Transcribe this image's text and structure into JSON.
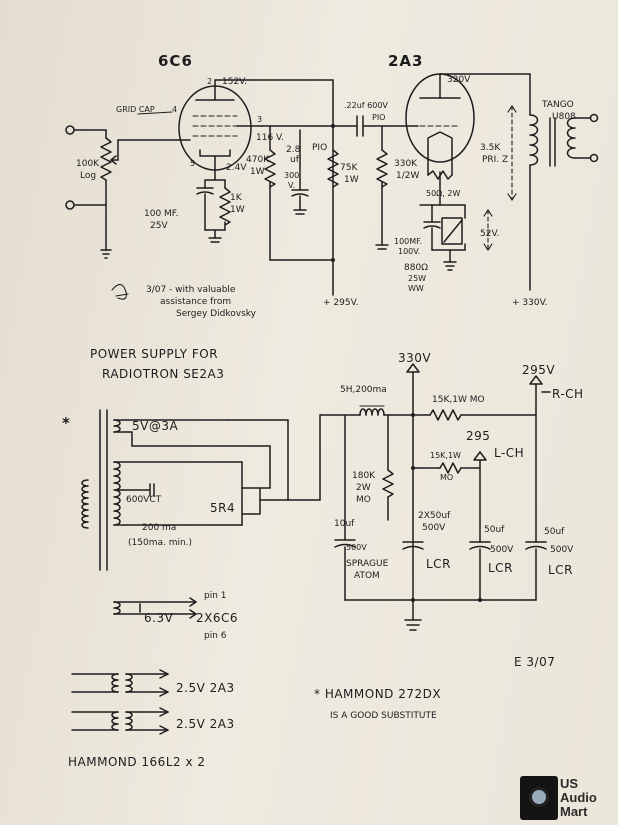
{
  "schematic": {
    "tube1": "6C6",
    "tube2": "2A3",
    "grid_cap": "GRID CAP",
    "pot": [
      "100K",
      "Log"
    ],
    "pin_numbers": [
      "2",
      "4",
      "3",
      "5"
    ],
    "v_152": "152V.",
    "v_116": "116 V.",
    "v_24": "2.4V",
    "r_plate": [
      "470K",
      "1W"
    ],
    "cap_28": [
      "2.8",
      "uf"
    ],
    "pio": "PIO",
    "cap_300v": [
      "300",
      "V."
    ],
    "cathode_cap": [
      "100 MF.",
      "25V"
    ],
    "cathode_res": [
      "1K",
      "1W"
    ],
    "coupling_cap": [
      ".22uf 600V",
      "PIO"
    ],
    "r_75k": [
      "75K",
      "1W"
    ],
    "r_330k": [
      "330K",
      "1/2W"
    ],
    "v_320": "320V",
    "hum_pot": "50Ω, 2W",
    "k_cap": [
      "100MF.",
      "100V."
    ],
    "k_res": [
      "880Ω",
      "25W",
      "WW"
    ],
    "v_52": "52V.",
    "opt": [
      "3.5K",
      "PRI. Z"
    ],
    "tango": [
      "TANGO",
      "U808"
    ],
    "b_295": "+ 295V.",
    "b_330": "+ 330V.",
    "note": [
      "3/07 - with valuable",
      "assistance from",
      "Sergey Didkovsky"
    ]
  },
  "power_supply": {
    "title": [
      "POWER SUPPLY FOR",
      "RADIOTRON SE2A3"
    ],
    "v330": "330V",
    "v295": "295V",
    "rch": "R-CH",
    "choke": "5H,200ma",
    "r15k_top": "15K,1W MO",
    "v295_l": "295",
    "lch": "L-CH",
    "r15k_l": [
      "15K,1W",
      "MO"
    ],
    "bleeder": [
      "180K",
      "2W",
      "MO"
    ],
    "star": "*",
    "tx_5v": "5V@3A",
    "tx_hv": [
      "600VCT",
      "200 ma",
      "(150ma. min.)"
    ],
    "rect": "5R4",
    "c1": [
      "10uf",
      "500V",
      "SPRAGUE",
      "ATOM"
    ],
    "c2": [
      "2X50uf",
      "500V",
      "LCR"
    ],
    "c3": [
      "50uf",
      "500V",
      "LCR"
    ],
    "c4": [
      "50uf",
      "500V",
      "LCR"
    ],
    "fil_63": "6.3V",
    "fil_2x6c6": "2X6C6",
    "pin1": "pin 1",
    "pin6": "pin 6",
    "fil_a": "2.5V  2A3",
    "fil_b": "2.5V  2A3",
    "hammond_sub": [
      "* HAMMOND 272DX",
      "IS A GOOD SUBSTITUTE"
    ],
    "hammond_fil": "HAMMOND 166L2 x 2",
    "signature": "E 3/07"
  },
  "watermark": [
    "US",
    "Audio",
    "Mart"
  ]
}
